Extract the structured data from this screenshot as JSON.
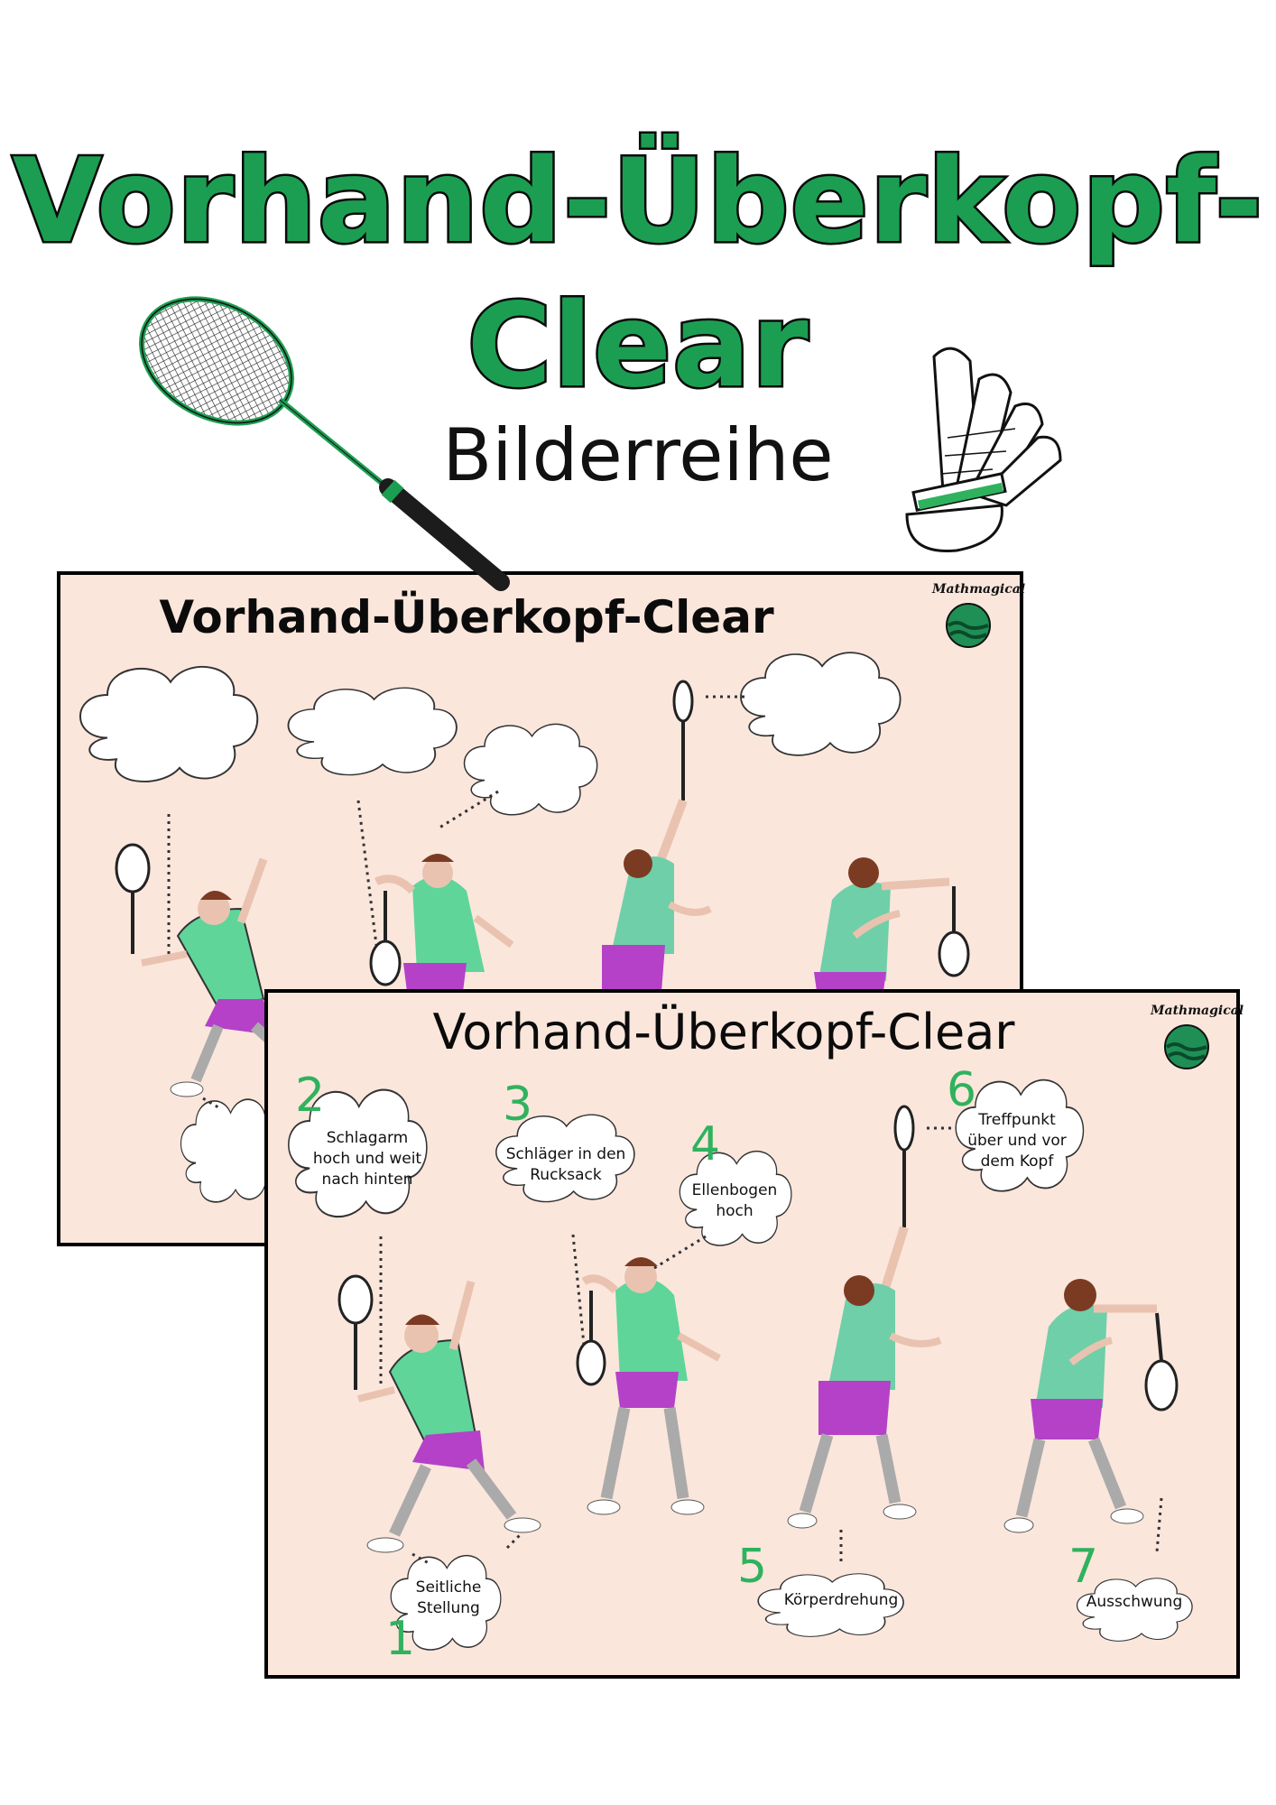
{
  "cover": {
    "title_line1": "Vorhand-Überkopf-",
    "title_line2": "Clear",
    "subtitle": "Bilderreihe"
  },
  "icons": [
    "badminton-racket-icon",
    "shuttlecock-icon",
    "mathmagical-logo-icon"
  ],
  "colors": {
    "title_fill": "#1c9e52",
    "sheet_background": "#fbe6dc",
    "number_green": "#2fb25d",
    "shirt_green": "#5fd59a",
    "shorts_purple": "#b441c7"
  },
  "worksheet_blank": {
    "title": "Vorhand-Überkopf-Clear",
    "logo": "Mathmagical"
  },
  "worksheet_filled": {
    "title": "Vorhand-Überkopf-Clear",
    "logo": "Mathmagical",
    "steps": [
      {
        "number": "1",
        "text": "Seitliche\nStellung"
      },
      {
        "number": "2",
        "text": "Schlagarm\nhoch und weit\nnach hinten"
      },
      {
        "number": "3",
        "text": "Schläger in den\nRucksack"
      },
      {
        "number": "4",
        "text": "Ellenbogen\nhoch"
      },
      {
        "number": "5",
        "text": "Körperdrehung"
      },
      {
        "number": "6",
        "text": "Treffpunkt\nüber und vor\ndem Kopf"
      },
      {
        "number": "7",
        "text": "Ausschwung"
      }
    ]
  }
}
